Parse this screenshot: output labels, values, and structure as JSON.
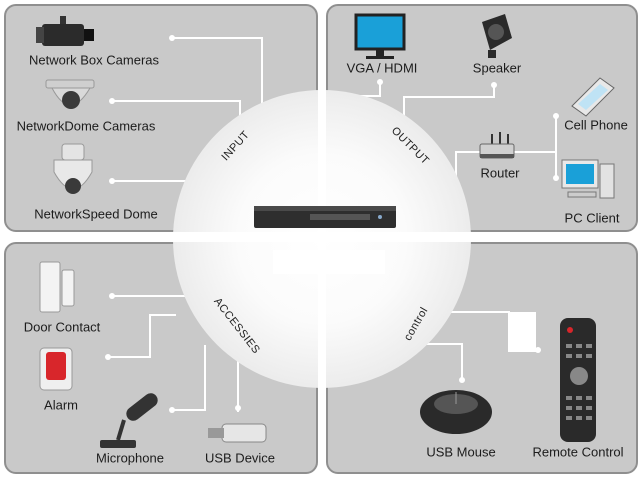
{
  "quadrants": {
    "input": "INPUT",
    "output": "OUTPUT",
    "accessories": "ACCESSIES",
    "control": "control"
  },
  "devices": {
    "box_camera": "Network Box Cameras",
    "dome_camera": "NetworkDome Cameras",
    "speed_dome": "NetworkSpeed Dome",
    "vga_hdmi": "VGA / HDMI",
    "speaker": "Speaker",
    "cell_phone": "Cell Phone",
    "router": "Router",
    "pc_client": "PC Client",
    "door_contact": "Door Contact",
    "alarm": "Alarm",
    "microphone": "Microphone",
    "usb_device": "USB Device",
    "usb_mouse": "USB Mouse",
    "remote_control": "Remote Control"
  },
  "icons": {
    "recorder": "nvr-recorder-icon",
    "box_camera": "box-camera-icon",
    "dome_camera": "dome-camera-icon",
    "speed_dome": "speed-dome-icon",
    "monitor": "monitor-icon",
    "speaker": "speaker-icon",
    "cell_phone": "cell-phone-icon",
    "router": "router-icon",
    "pc_client": "pc-icon",
    "door_contact": "door-contact-icon",
    "alarm": "alarm-siren-icon",
    "microphone": "microphone-icon",
    "usb_device": "usb-drive-icon",
    "mouse": "mouse-icon",
    "remote": "remote-control-icon"
  },
  "colors": {
    "panel": "#c9c9c9",
    "panel_border": "#8f8f8f",
    "connector": "#ffffff",
    "device_dark": "#2a2a2a",
    "screen_blue": "#1aa0d8"
  }
}
